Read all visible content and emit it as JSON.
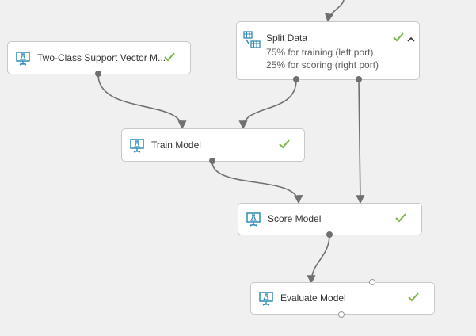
{
  "modules": {
    "svm": {
      "title": "Two-Class Support Vector M...",
      "status": "completed",
      "icon": "experiment-module-icon"
    },
    "split": {
      "title": "Split Data",
      "line1": "75% for training (left port)",
      "line2": "25% for scoring (right port)",
      "status": "completed",
      "icon": "split-data-icon",
      "toggle": "collapse-chevron-up-icon"
    },
    "train": {
      "title": "Train Model",
      "status": "completed",
      "icon": "experiment-module-icon"
    },
    "score": {
      "title": "Score Model",
      "status": "completed",
      "icon": "experiment-module-icon"
    },
    "evaluate": {
      "title": "Evaluate Model",
      "status": "completed",
      "icon": "experiment-module-icon"
    }
  },
  "colors": {
    "canvas": "#f0f0f0",
    "node_bg": "#ffffff",
    "node_border": "#c8c8c8",
    "check": "#7ab648",
    "icon": "#2f8bb6",
    "wire": "#707070"
  }
}
